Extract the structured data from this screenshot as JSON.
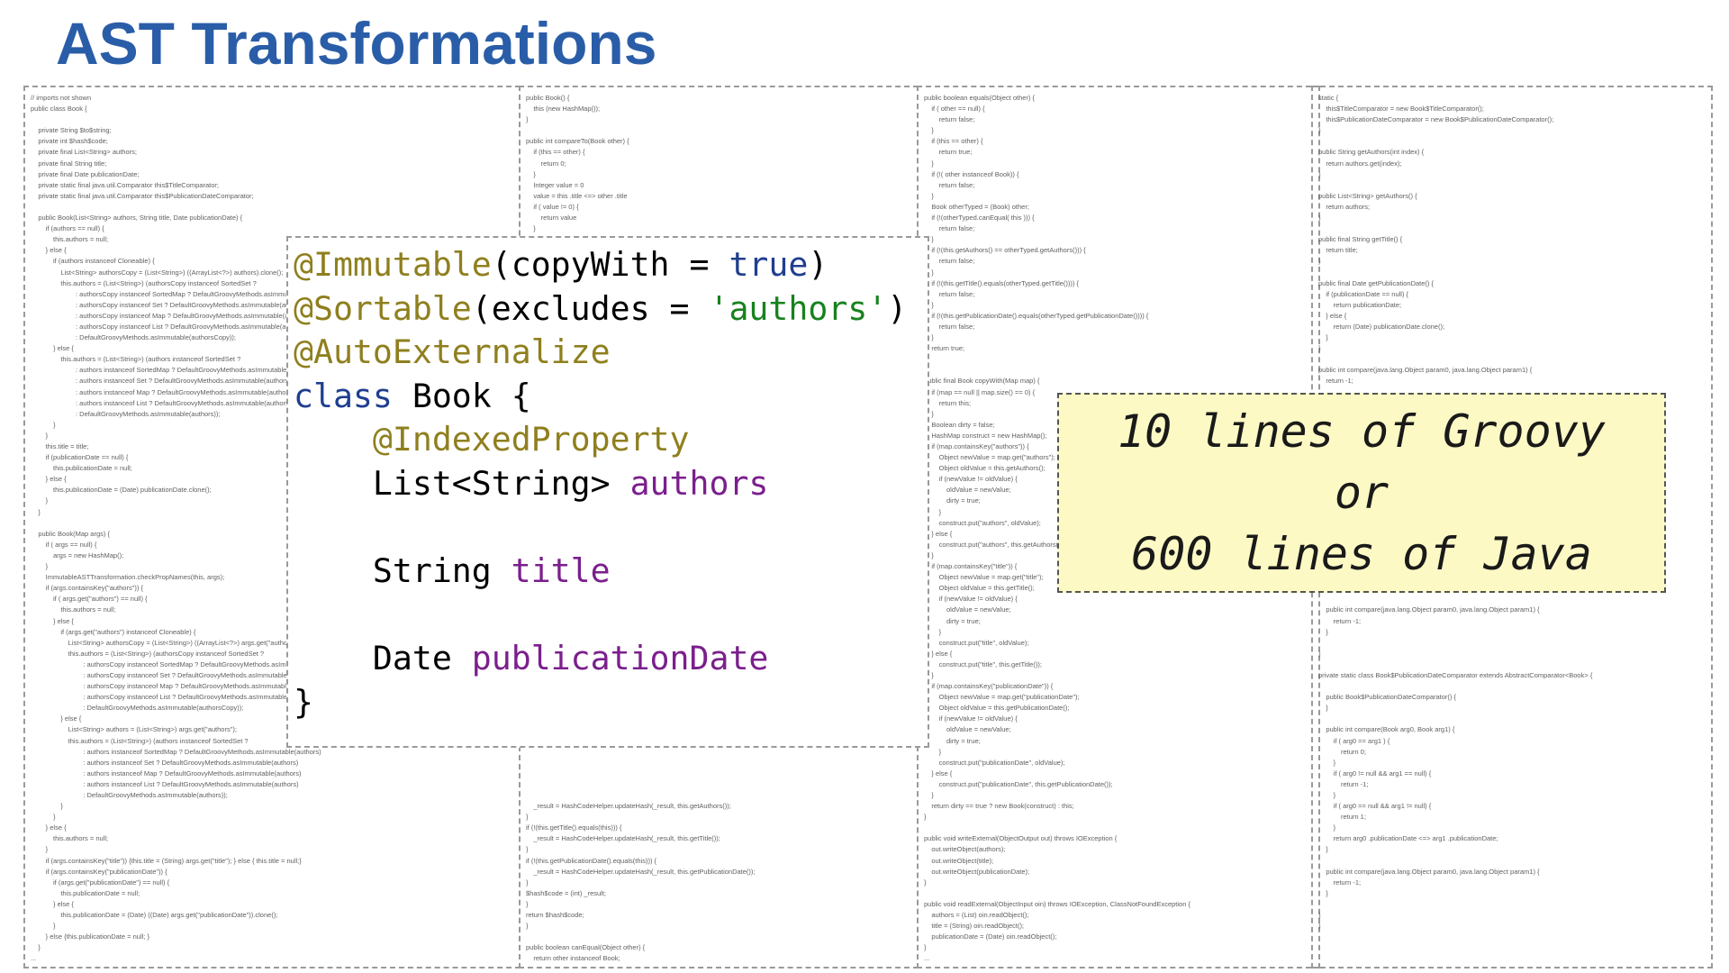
{
  "slide": {
    "title": "AST Transformations"
  },
  "code": {
    "lines": [
      {
        "parts": [
          {
            "t": "@Immutable",
            "s": "ann"
          },
          {
            "t": "(copyWith = ",
            "s": "plain"
          },
          {
            "t": "true",
            "s": "kw"
          },
          {
            "t": ")",
            "s": "plain"
          }
        ]
      },
      {
        "parts": [
          {
            "t": "@Sortable",
            "s": "ann"
          },
          {
            "t": "(excludes = ",
            "s": "plain"
          },
          {
            "t": "'authors'",
            "s": "str"
          },
          {
            "t": ")",
            "s": "plain"
          }
        ]
      },
      {
        "parts": [
          {
            "t": "@AutoExternalize",
            "s": "ann"
          }
        ]
      },
      {
        "parts": [
          {
            "t": "class",
            "s": "kw"
          },
          {
            "t": " Book {",
            "s": "plain"
          }
        ]
      },
      {
        "parts": [
          {
            "t": "    ",
            "s": "plain"
          },
          {
            "t": "@IndexedProperty",
            "s": "ann"
          }
        ]
      },
      {
        "parts": [
          {
            "t": "    List<String> ",
            "s": "plain"
          },
          {
            "t": "authors",
            "s": "fld"
          }
        ]
      },
      {
        "parts": []
      },
      {
        "parts": [
          {
            "t": "    String ",
            "s": "plain"
          },
          {
            "t": "title",
            "s": "fld"
          }
        ]
      },
      {
        "parts": []
      },
      {
        "parts": [
          {
            "t": "    Date ",
            "s": "plain"
          },
          {
            "t": "publicationDate",
            "s": "fld"
          }
        ]
      },
      {
        "parts": [
          {
            "t": "}",
            "s": "plain"
          }
        ]
      }
    ]
  },
  "callout": {
    "lines": [
      "10 lines of Groovy",
      "or",
      "600 lines of Java"
    ]
  },
  "java_panels": [
    {
      "name": "java-panel-1",
      "lines": [
        "// imports not shown",
        "public class Book {",
        "",
        "    private String $to$string;",
        "    private int $hash$code;",
        "    private final List<String> authors;",
        "    private final String title;",
        "    private final Date publicationDate;",
        "    private static final java.util.Comparator this$TitleComparator;",
        "    private static final java.util.Comparator this$PublicationDateComparator;",
        "",
        "    public Book(List<String> authors, String title, Date publicationDate) {",
        "        if (authors == null) {",
        "            this.authors = null;",
        "        } else {",
        "            if (authors instanceof Cloneable) {",
        "                List<String> authorsCopy = (List<String>) ((ArrayList<?>) authors).clone();",
        "                this.authors = (List<String>) (authorsCopy instanceof SortedSet ?",
        "                        : authorsCopy instanceof SortedMap ? DefaultGroovyMethods.asImmutable(authorsCopy)",
        "                        : authorsCopy instanceof Set ? DefaultGroovyMethods.asImmutable(authorsCopy)",
        "                        : authorsCopy instanceof Map ? DefaultGroovyMethods.asImmutable(authorsCopy)",
        "                        : authorsCopy instanceof List ? DefaultGroovyMethods.asImmutable(authorsCopy)",
        "                        : DefaultGroovyMethods.asImmutable(authorsCopy));",
        "            } else {",
        "                this.authors = (List<String>) (authors instanceof SortedSet ?",
        "                        : authors instanceof SortedMap ? DefaultGroovyMethods.asImmutable(authors)",
        "                        : authors instanceof Set ? DefaultGroovyMethods.asImmutable(authors)",
        "                        : authors instanceof Map ? DefaultGroovyMethods.asImmutable(authors)",
        "                        : authors instanceof List ? DefaultGroovyMethods.asImmutable(authors)",
        "                        : DefaultGroovyMethods.asImmutable(authors));",
        "            }",
        "        }",
        "        this.title = title;",
        "        if (publicationDate == null) {",
        "            this.publicationDate = null;",
        "        } else {",
        "            this.publicationDate = (Date) publicationDate.clone();",
        "        }",
        "    }",
        "",
        "    public Book(Map args) {",
        "        if ( args == null) {",
        "            args = new HashMap();",
        "        }",
        "        ImmutableASTTransformation.checkPropNames(this, args);",
        "        if (args.containsKey(\"authors\")) {",
        "            if ( args.get(\"authors\") == null) {",
        "                this.authors = null;",
        "            } else {",
        "                if (args.get(\"authors\") instanceof Cloneable) {",
        "                    List<String> authorsCopy = (List<String>) ((ArrayList<?>) args.get(\"authors\")).clone();",
        "                    this.authors = (List<String>) (authorsCopy instanceof SortedSet ?",
        "                            : authorsCopy instanceof SortedMap ? DefaultGroovyMethods.asImmutable(authorsCopy)",
        "                            : authorsCopy instanceof Set ? DefaultGroovyMethods.asImmutable(authorsCopy)",
        "                            : authorsCopy instanceof Map ? DefaultGroovyMethods.asImmutable(authorsCopy)",
        "                            : authorsCopy instanceof List ? DefaultGroovyMethods.asImmutable(authorsCopy)",
        "                            : DefaultGroovyMethods.asImmutable(authorsCopy));",
        "                } else {",
        "                    List<String> authors = (List<String>) args.get(\"authors\");",
        "                    this.authors = (List<String>) (authors instanceof SortedSet ?",
        "                            : authors instanceof SortedMap ? DefaultGroovyMethods.asImmutable(authors)",
        "                            : authors instanceof Set ? DefaultGroovyMethods.asImmutable(authors)",
        "                            : authors instanceof Map ? DefaultGroovyMethods.asImmutable(authors)",
        "                            : authors instanceof List ? DefaultGroovyMethods.asImmutable(authors)",
        "                            : DefaultGroovyMethods.asImmutable(authors));",
        "                }",
        "            }",
        "        } else {",
        "            this.authors = null;",
        "        }",
        "        if (args.containsKey(\"title\")) {this.title = (String) args.get(\"title\"); } else { this.title = null;}",
        "        if (args.containsKey(\"publicationDate\")) {",
        "            if (args.get(\"publicationDate\") == null) {",
        "                this.publicationDate = null;",
        "            } else {",
        "                this.publicationDate = (Date) ((Date) args.get(\"publicationDate\")).clone();",
        "            }",
        "        } else {this.publicationDate = null; }",
        "    }",
        "..."
      ]
    },
    {
      "name": "java-panel-2",
      "lines": [
        "public Book() {",
        "    this (new HashMap());",
        "}",
        "",
        "public int compareTo(Book other) {",
        "    if (this == other) {",
        "        return 0;",
        "    }",
        "    Integer value = 0",
        "    value = this .title <=> other .title",
        "    if ( value != 0) {",
        "        return value",
        "    }",
        "",
        "",
        "",
        "",
        "",
        "",
        "",
        "",
        "",
        "",
        "",
        "",
        "",
        "",
        "",
        "",
        "",
        "",
        "",
        "",
        "",
        "",
        "",
        "",
        "",
        "",
        "",
        "",
        "",
        "",
        "",
        "",
        "",
        "",
        "",
        "",
        "",
        "",
        "",
        "",
        "",
        "",
        "",
        "",
        "",
        "",
        "",
        "",
        "",
        "",
        "",
        "",
        "    _result = HashCodeHelper.updateHash(_result, this.getAuthors());",
        "}",
        "if (!(this.getTitle().equals(this))) {",
        "    _result = HashCodeHelper.updateHash(_result, this.getTitle());",
        "}",
        "if (!(this.getPublicationDate().equals(this))) {",
        "    _result = HashCodeHelper.updateHash(_result, this.getPublicationDate());",
        "}",
        "$hash$code = (int) _result;",
        "}",
        "return $hash$code;",
        "}",
        "",
        "public boolean canEqual(Object other) {",
        "    return other instanceof Book;",
        "}",
        "",
        "..."
      ]
    },
    {
      "name": "java-panel-3",
      "lines": [
        "public boolean equals(Object other) {",
        "    if ( other == null) {",
        "        return false;",
        "    }",
        "    if (this == other) {",
        "        return true;",
        "    }",
        "    if (!( other instanceof Book)) {",
        "        return false;",
        "    }",
        "    Book otherTyped = (Book) other;",
        "    if (!(otherTyped.canEqual( this ))) {",
        "        return false;",
        "    }",
        "    if (!(this.getAuthors() == otherTyped.getAuthors())) {",
        "        return false;",
        "    }",
        "    if (!(this.getTitle().equals(otherTyped.getTitle()))) {",
        "        return false;",
        "    }",
        "    if (!(this.getPublicationDate().equals(otherTyped.getPublicationDate()))) {",
        "        return false;",
        "    }",
        "    return true;",
        "}",
        "",
        "public final Book copyWith(Map map) {",
        "    if (map == null || map.size() == 0) {",
        "        return this;",
        "    }",
        "    Boolean dirty = false;",
        "    HashMap construct = new HashMap();",
        "    if (map.containsKey(\"authors\")) {",
        "        Object newValue = map.get(\"authors\");",
        "        Object oldValue = this.getAuthors();",
        "        if (newValue != oldValue) {",
        "            oldValue = newValue;",
        "            dirty = true;",
        "        }",
        "        construct.put(\"authors\", oldValue);",
        "    } else {",
        "        construct.put(\"authors\", this.getAuthors());",
        "    }",
        "    if (map.containsKey(\"title\")) {",
        "        Object newValue = map.get(\"title\");",
        "        Object oldValue = this.getTitle();",
        "        if (newValue != oldValue) {",
        "            oldValue = newValue;",
        "            dirty = true;",
        "        }",
        "        construct.put(\"title\", oldValue);",
        "    } else {",
        "        construct.put(\"title\", this.getTitle());",
        "    }",
        "    if (map.containsKey(\"publicationDate\")) {",
        "        Object newValue = map.get(\"publicationDate\");",
        "        Object oldValue = this.getPublicationDate();",
        "        if (newValue != oldValue) {",
        "            oldValue = newValue;",
        "            dirty = true;",
        "        }",
        "        construct.put(\"publicationDate\", oldValue);",
        "    } else {",
        "        construct.put(\"publicationDate\", this.getPublicationDate());",
        "    }",
        "    return dirty == true ? new Book(construct) : this;",
        "}",
        "",
        "public void writeExternal(ObjectOutput out) throws IOException {",
        "    out.writeObject(authors);",
        "    out.writeObject(title);",
        "    out.writeObject(publicationDate);",
        "}",
        "",
        "public void readExternal(ObjectInput oin) throws IOException, ClassNotFoundException {",
        "    authors = (List) oin.readObject();",
        "    title = (String) oin.readObject();",
        "    publicationDate = (Date) oin.readObject();",
        "}",
        "..."
      ]
    },
    {
      "name": "java-panel-4",
      "lines": [
        "static {",
        "    this$TitleComparator = new Book$TitleComparator();",
        "    this$PublicationDateComparator = new Book$PublicationDateComparator();",
        "}",
        "",
        "public String getAuthors(int index) {",
        "    return authors.get(index);",
        "}",
        "",
        "public List<String> getAuthors() {",
        "    return authors;",
        "}",
        "",
        "public final String getTitle() {",
        "    return title;",
        "}",
        "",
        "public final Date getPublicationDate() {",
        "    if (publicationDate == null) {",
        "        return publicationDate;",
        "    } else {",
        "        return (Date) publicationDate.clone();",
        "    }",
        "}",
        "",
        "public int compare(java.lang.Object param0, java.lang.Object param1) {",
        "    return -1;",
        "",
        "",
        "",
        "",
        "",
        "",
        "",
        "",
        "",
        "",
        "",
        "",
        "",
        "",
        "",
        "",
        "",
        "",
        "",
        "",
        "    public int compare(java.lang.Object param0, java.lang.Object param1) {",
        "        return -1;",
        "    }",
        "",
        "}",
        "",
        "private static class Book$PublicationDateComparator extends AbstractComparator<Book> {",
        "",
        "    public Book$PublicationDateComparator() {",
        "    }",
        "",
        "    public int compare(Book arg0, Book arg1) {",
        "        if ( arg0 == arg1 ) {",
        "            return 0;",
        "        }",
        "        if ( arg0 != null && arg1 == null) {",
        "            return -1;",
        "        }",
        "        if ( arg0 == null && arg1 != null) {",
        "            return 1;",
        "        }",
        "        return arg0 .publicationDate <=> arg1 .publicationDate;",
        "    }",
        "",
        "    public int compare(java.lang.Object param0, java.lang.Object param1) {",
        "        return -1;",
        "    }",
        "",
        "}",
        "}"
      ]
    }
  ]
}
